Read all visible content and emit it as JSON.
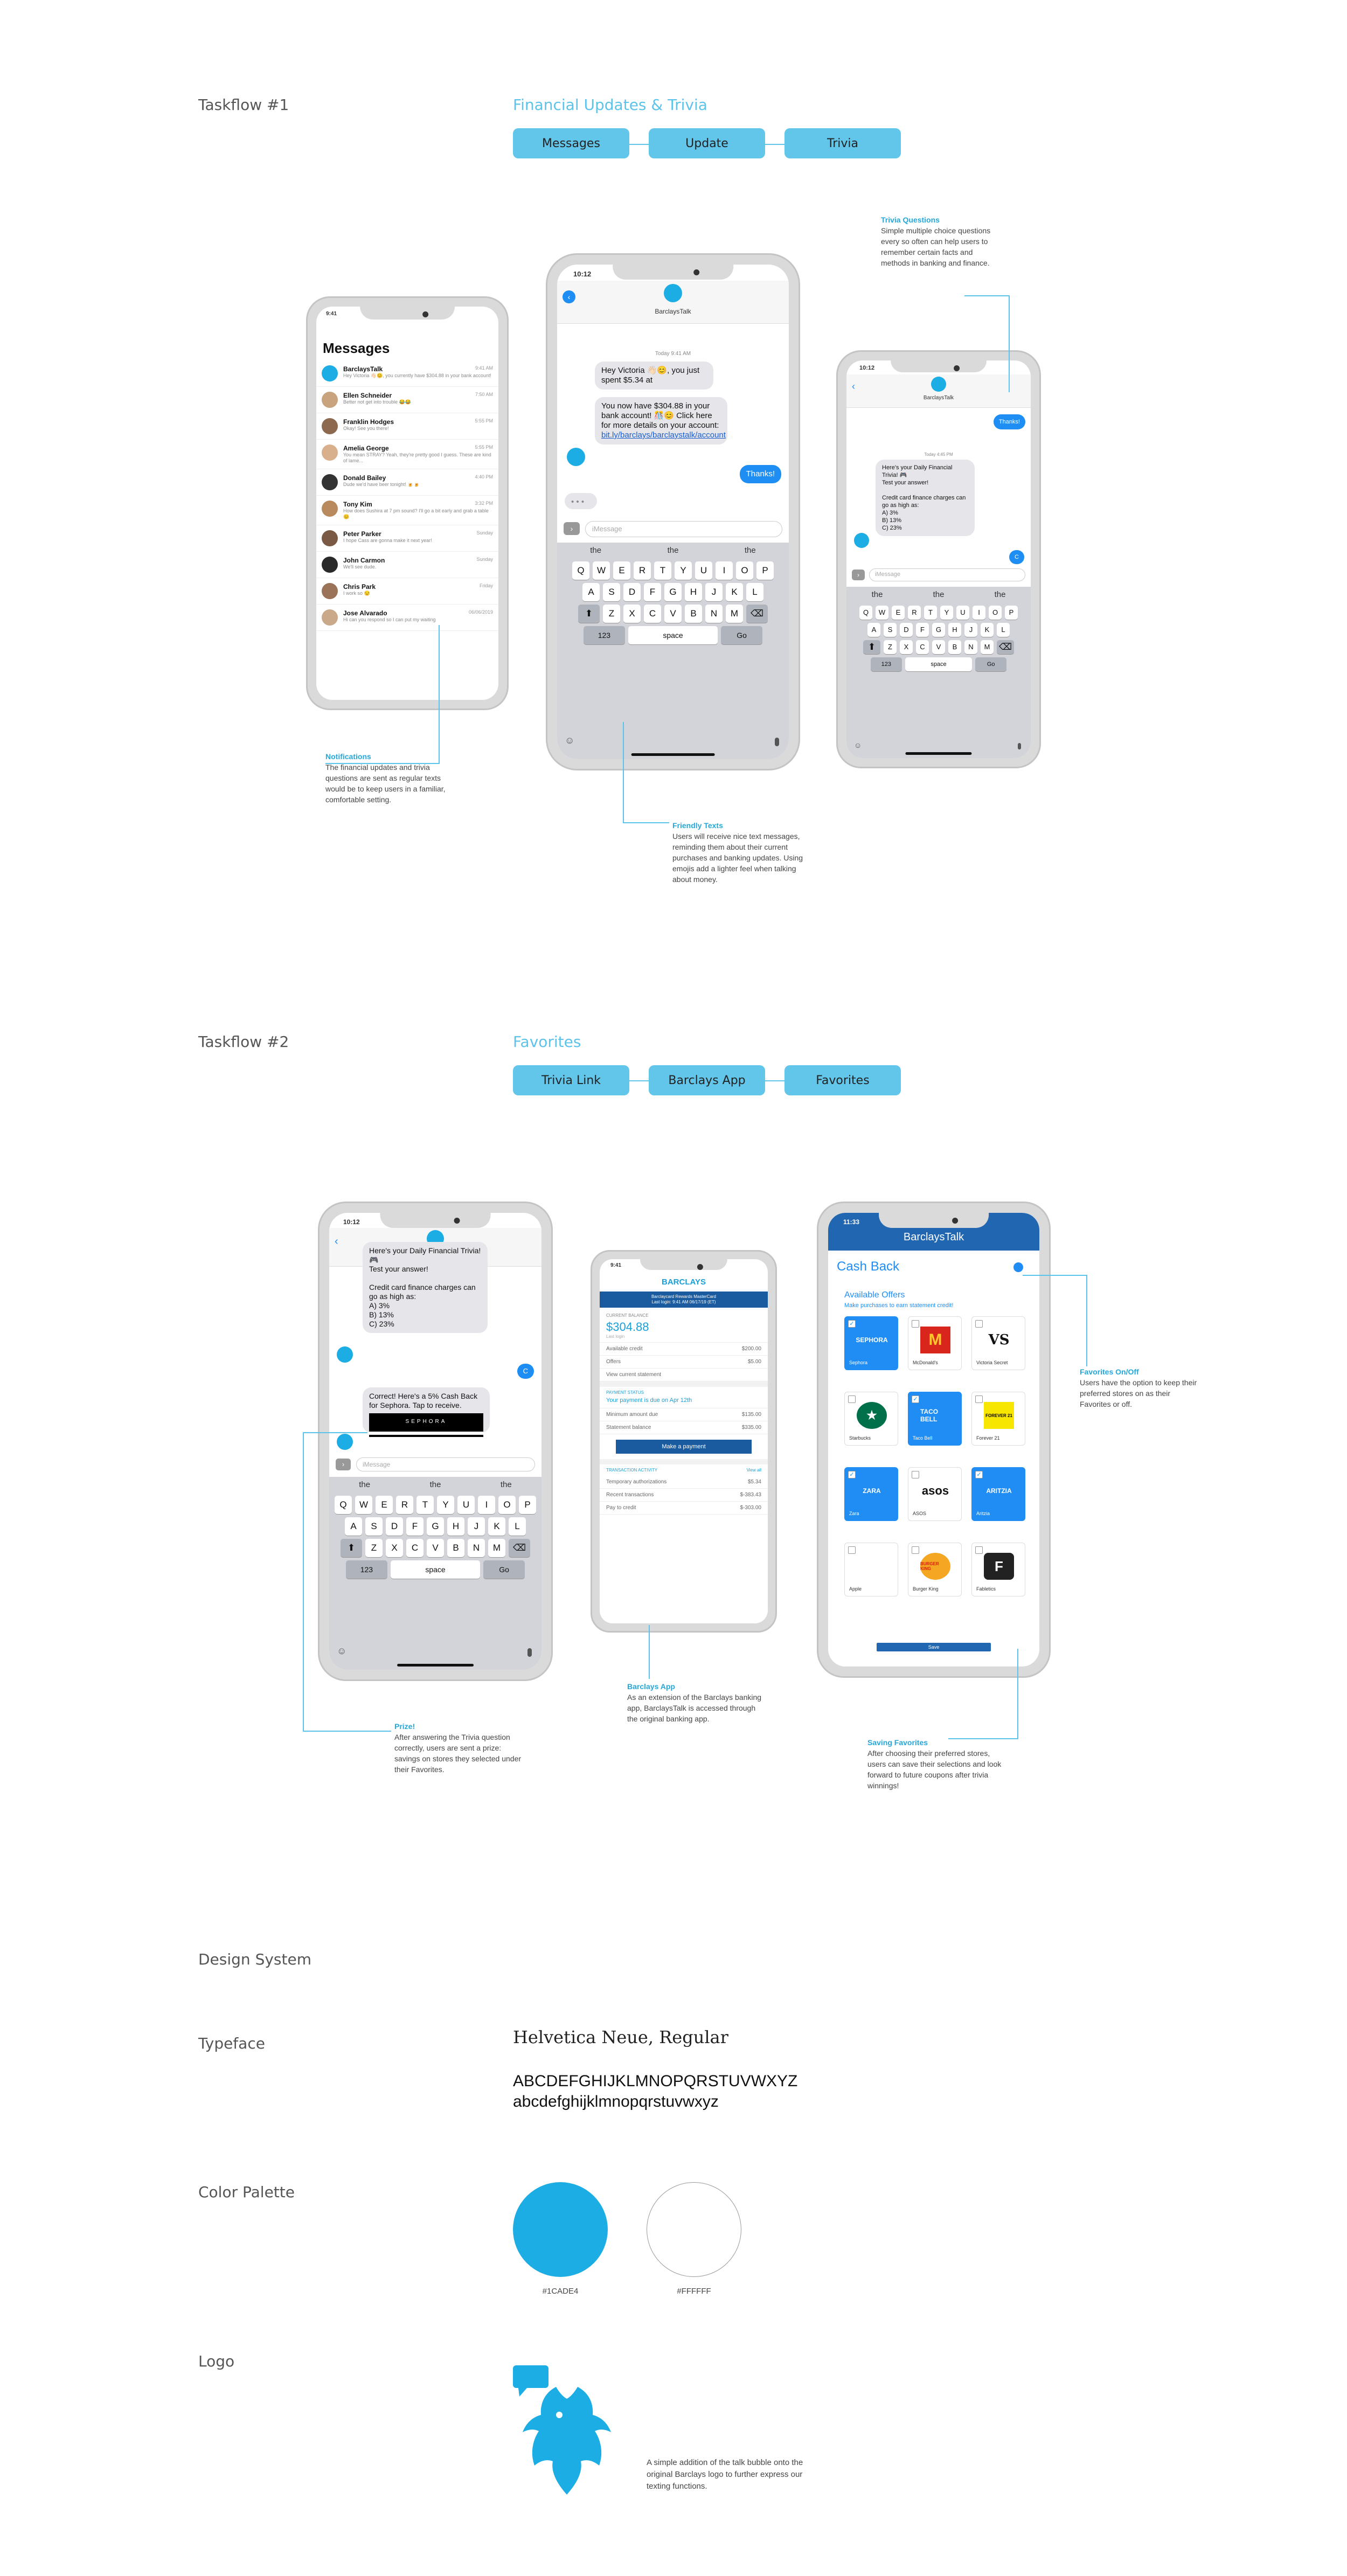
{
  "taskflow1": {
    "label": "Taskflow #1",
    "title": "Financial Updates & Trivia",
    "steps": [
      "Messages",
      "Update",
      "Trivia"
    ]
  },
  "messages_screen": {
    "status_time": "9:41",
    "title": "Messages",
    "conversations": [
      {
        "name": "BarclaysTalk",
        "time": "9:41 AM",
        "preview": "Hey Victoria 👋🏻😊, you currently have $304.88 in your bank account!",
        "avatar_color": "#1CADE4"
      },
      {
        "name": "Ellen Schneider",
        "time": "7:50 AM",
        "preview": "Better not get into trouble 😂😂",
        "avatar_color": "#c9a27e"
      },
      {
        "name": "Franklin Hodges",
        "time": "5:55 PM",
        "preview": "Okay! See you there!",
        "avatar_color": "#8d6a4f"
      },
      {
        "name": "Amelia George",
        "time": "5:55 PM",
        "preview": "You mean STRAY? Yeah, they're pretty good I guess. These are kind of lame...",
        "avatar_color": "#d8b08c"
      },
      {
        "name": "Donald Bailey",
        "time": "4:40 PM",
        "preview": "Dude we'd have beer tonight! 🍺🍺",
        "avatar_color": "#333333"
      },
      {
        "name": "Tony Kim",
        "time": "3:32 PM",
        "preview": "How does Sushira at 7 pm sound? I'll go a bit early and grab a table 😊",
        "avatar_color": "#b98a5e"
      },
      {
        "name": "Peter Parker",
        "time": "Sunday",
        "preview": "I hope Cass are gonna make it next year!",
        "avatar_color": "#7a5a44"
      },
      {
        "name": "John Carmon",
        "time": "Sunday",
        "preview": "We'll see dude.",
        "avatar_color": "#2a2a2a"
      },
      {
        "name": "Chris Park",
        "time": "Friday",
        "preview": "I work so 😒",
        "avatar_color": "#9b7358"
      },
      {
        "name": "Jose Alvarado",
        "time": "06/06/2019",
        "preview": "Hi can you respond so I can put my waiting",
        "avatar_color": "#caa98a"
      }
    ]
  },
  "update_screen": {
    "status_time": "10:12",
    "contact": "BarclaysTalk",
    "timestamp": "Today 9:41 AM",
    "msg1": "Hey Victoria 👋🏻😊, you just spent $5.34 at",
    "msg2": "You now have $304.88 in your bank account! 🎊😊 Click here for more details on your account:",
    "msg2_link": "bit.ly/barclays/barclaystalk/account",
    "reply": "Thanks!",
    "input_placeholder": "iMessage"
  },
  "trivia_screen": {
    "status_time": "10:12",
    "contact": "BarclaysTalk",
    "reply1": "Thanks!",
    "timestamp": "Today 4:45 PM",
    "question": "Here's your Daily Financial Trivia! 🎮\nTest your answer!\n\nCredit card finance charges can go as high as:\nA) 3%\nB) 13%\nC) 23%",
    "answer": "C",
    "input_placeholder": "iMessage"
  },
  "keyboard": {
    "suggestions": [
      "the",
      "the",
      "the"
    ],
    "row1": [
      "Q",
      "W",
      "E",
      "R",
      "T",
      "Y",
      "U",
      "I",
      "O",
      "P"
    ],
    "row2": [
      "A",
      "S",
      "D",
      "F",
      "G",
      "H",
      "J",
      "K",
      "L"
    ],
    "row3": [
      "Z",
      "X",
      "C",
      "V",
      "B",
      "N",
      "M"
    ],
    "num": "123",
    "space": "space",
    "go": "Go"
  },
  "notes1": {
    "trivia_title": "Trivia Questions",
    "trivia_text": "Simple multiple choice questions every so often can help users to remember certain facts and methods in banking and finance.",
    "notif_title": "Notifications",
    "notif_text": "The financial updates and trivia questions are sent as regular texts would be to keep users in a familiar, comfortable setting.",
    "friendly_title": "Friendly Texts",
    "friendly_text": "Users will receive nice text messages, reminding them about their current purchases and banking updates. Using emojis add a lighter feel when talking about money."
  },
  "taskflow2": {
    "label": "Taskflow #2",
    "title": "Favorites",
    "steps": [
      "Trivia Link",
      "Barclays App",
      "Favorites"
    ]
  },
  "prize_screen": {
    "status_time": "10:12",
    "contact": "BarclaysTalk",
    "question_cut": "Here's your Daily Financial Trivia! 🎮\nTest your answer!\n\nCredit card finance charges can go as high as:\nA) 3%\nB) 13%\nC) 23%",
    "answer": "C",
    "prize": "Correct! Here's a 5% Cash Back for Sephora. Tap to receive.",
    "prize_brand": "SEPHORA",
    "input_placeholder": "iMessage"
  },
  "barclays_screen": {
    "status_time": "9:41",
    "brand": "BARCLAYS",
    "account_line1": "Barclaycard Rewards MasterCard",
    "account_line2": "Last login: 9:41 AM 06/17/19 (ET)",
    "balance_label": "CURRENT BALANCE",
    "balance": "$304.88",
    "last_login": "Last login",
    "rows1": [
      [
        "Available credit",
        "$200.00"
      ],
      [
        "Offers",
        "$5.00"
      ],
      [
        "View current statement",
        ""
      ]
    ],
    "payment_label": "PAYMENT STATUS",
    "payment_due": "Your payment is due on Apr 12th",
    "rows2": [
      [
        "Minimum amount due",
        "$135.00"
      ],
      [
        "Statement balance",
        "$335.00"
      ]
    ],
    "make_payment": "Make a payment",
    "activity_label": "TRANSACTION ACTIVITY",
    "view_all": "View all",
    "rows3": [
      [
        "Temporary authorizations",
        "$5.34"
      ],
      [
        "Recent transactions",
        "$-383.43"
      ],
      [
        "Pay to credit",
        "$-303.00"
      ]
    ]
  },
  "favorites_screen": {
    "status_time": "11:33",
    "app_title": "BarclaysTalk",
    "section": "Cash Back",
    "offers_title": "Available Offers",
    "offers_sub": "Make purchases to earn statement credit!",
    "tiles": [
      {
        "name": "Sephora",
        "logo": "SEPHORA",
        "selected": true
      },
      {
        "name": "McDonald's",
        "logo": "M",
        "selected": false
      },
      {
        "name": "Victoria Secret",
        "logo": "VS",
        "selected": false
      },
      {
        "name": "Starbucks",
        "logo": "★",
        "selected": false
      },
      {
        "name": "Taco Bell",
        "logo": "TACO BELL",
        "selected": true
      },
      {
        "name": "Forever 21",
        "logo": "FOREVER 21",
        "selected": false
      },
      {
        "name": "Zara",
        "logo": "ZARA",
        "selected": true
      },
      {
        "name": "ASOS",
        "logo": "asos",
        "selected": false
      },
      {
        "name": "Aritzia",
        "logo": "ARITZIA",
        "selected": true
      },
      {
        "name": "Apple",
        "logo": "",
        "selected": false
      },
      {
        "name": "Burger King",
        "logo": "BURGER KING",
        "selected": false
      },
      {
        "name": "Fabletics",
        "logo": "F",
        "selected": false
      }
    ],
    "save_label": "Save"
  },
  "notes2": {
    "prize_title": "Prize!",
    "prize_text": "After answering the Trivia question correctly, users are sent a prize: savings on stores they selected under their Favorites.",
    "app_title": "Barclays App",
    "app_text": "As an extension of the Barclays banking app, BarclaysTalk is accessed through the original banking app.",
    "fav_title": "Favorites On/Off",
    "fav_text": "Users have the option to keep their preferred stores on as their Favorites or off.",
    "saving_title": "Saving Favorites",
    "saving_text": "After choosing their preferred stores, users can save their selections and look forward to future coupons after trivia winnings!"
  },
  "design_system": {
    "title": "Design System",
    "typeface_label": "Typeface",
    "typeface_name": "Helvetica Neue, Regular",
    "uppercase": "ABCDEFGHIJKLMNOPQRSTUVWXYZ",
    "lowercase": "abcdefghijklmnopqrstuvwxyz",
    "palette_label": "Color Palette",
    "colors": [
      {
        "hex": "#1CADE4",
        "label": "#1CADE4"
      },
      {
        "hex": "#FFFFFF",
        "label": "#FFFFFF"
      }
    ],
    "logo_label": "Logo",
    "logo_text": "A simple addition of the talk bubble onto the original Barclays logo to further express our texting functions."
  }
}
